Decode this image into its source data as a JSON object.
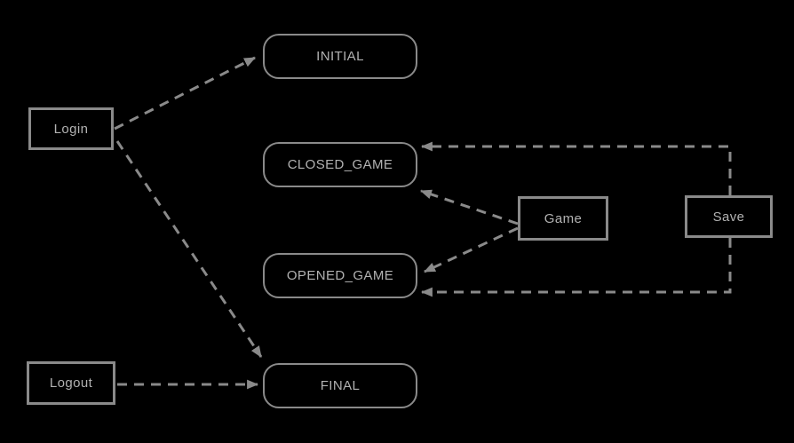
{
  "diagram": {
    "type": "state-diagram",
    "colors": {
      "background": "#000000",
      "node_border": "#8a8a8a",
      "node_fill": "#000000",
      "text": "#b2b2b2",
      "arrow": "#8a8a8a"
    },
    "states": [
      {
        "id": "initial",
        "label": "INITIAL",
        "shape": "rounded"
      },
      {
        "id": "closed_game",
        "label": "CLOSED_GAME",
        "shape": "rounded"
      },
      {
        "id": "opened_game",
        "label": "OPENED_GAME",
        "shape": "rounded"
      },
      {
        "id": "final",
        "label": "FINAL",
        "shape": "rounded"
      },
      {
        "id": "login",
        "label": "Login",
        "shape": "rect"
      },
      {
        "id": "logout",
        "label": "Logout",
        "shape": "rect"
      },
      {
        "id": "game",
        "label": "Game",
        "shape": "rect"
      },
      {
        "id": "save",
        "label": "Save",
        "shape": "rect"
      }
    ],
    "edges": [
      {
        "from": "login",
        "to": "initial",
        "style": "dashed"
      },
      {
        "from": "login",
        "to": "final",
        "style": "dashed"
      },
      {
        "from": "logout",
        "to": "final",
        "style": "dashed"
      },
      {
        "from": "game",
        "to": "closed_game",
        "style": "dashed"
      },
      {
        "from": "game",
        "to": "opened_game",
        "style": "dashed"
      },
      {
        "from": "save",
        "to": "closed_game",
        "style": "dashed"
      },
      {
        "from": "save",
        "to": "opened_game",
        "style": "dashed"
      }
    ]
  }
}
